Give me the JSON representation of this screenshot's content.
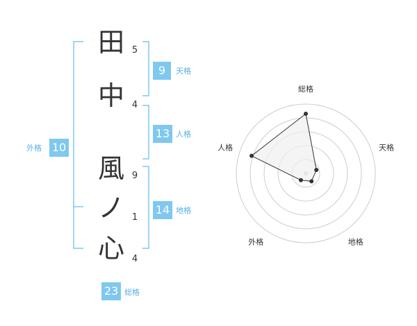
{
  "name_chars": [
    {
      "char": "田",
      "strokes": "5"
    },
    {
      "char": "中",
      "strokes": "4"
    },
    {
      "char": "風",
      "strokes": "9"
    },
    {
      "char": "ノ",
      "strokes": "1"
    },
    {
      "char": "心",
      "strokes": "4"
    }
  ],
  "badges": {
    "tenkaku": {
      "value": "9",
      "label": "天格"
    },
    "jinkaku": {
      "value": "13",
      "label": "人格"
    },
    "chikaku": {
      "value": "14",
      "label": "地格"
    },
    "gaikaku": {
      "value": "10",
      "label": "外格"
    },
    "soukaku": {
      "value": "23",
      "label": "総格"
    }
  },
  "colors": {
    "accent": "#7fc8ef",
    "accent_text": "#58b0e6",
    "bracket": "#7fc8ef",
    "text": "#333333",
    "radar_ring": "#cccccc",
    "radar_fill": "#f0f0f0",
    "radar_line": "#333333"
  },
  "chart_data": {
    "type": "radar",
    "axes": [
      "総格",
      "天格",
      "地格",
      "外格",
      "人格"
    ],
    "values": [
      4.3,
      0.8,
      0.7,
      0.6,
      4.1
    ],
    "rmax": 5,
    "rings": 5,
    "grid": true,
    "markers": true
  }
}
